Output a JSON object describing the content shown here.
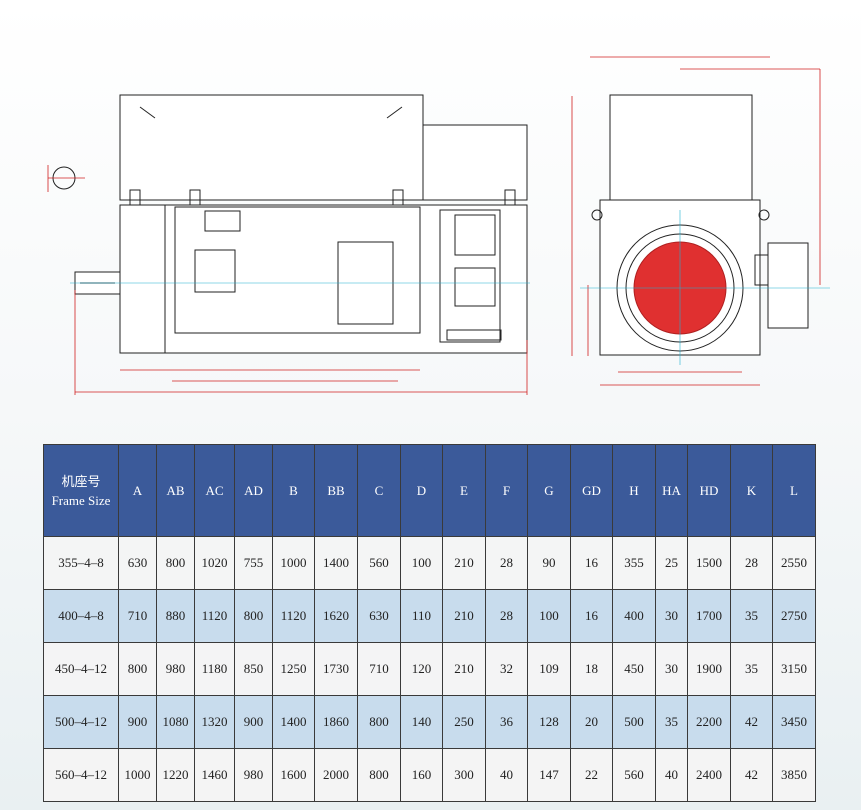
{
  "table": {
    "header": {
      "frame_cn": "机座号",
      "frame_en": "Frame Size",
      "columns": [
        "A",
        "AB",
        "AC",
        "AD",
        "B",
        "BB",
        "C",
        "D",
        "E",
        "F",
        "G",
        "GD",
        "H",
        "HA",
        "HD",
        "K",
        "L"
      ]
    },
    "rows": [
      {
        "frame": "355–4–8",
        "values": [
          "630",
          "800",
          "1020",
          "755",
          "1000",
          "1400",
          "560",
          "100",
          "210",
          "28",
          "90",
          "16",
          "355",
          "25",
          "1500",
          "28",
          "2550"
        ]
      },
      {
        "frame": "400–4–8",
        "values": [
          "710",
          "880",
          "1120",
          "800",
          "1120",
          "1620",
          "630",
          "110",
          "210",
          "28",
          "100",
          "16",
          "400",
          "30",
          "1700",
          "35",
          "2750"
        ]
      },
      {
        "frame": "450–4–12",
        "values": [
          "800",
          "980",
          "1180",
          "850",
          "1250",
          "1730",
          "710",
          "120",
          "210",
          "32",
          "109",
          "18",
          "450",
          "30",
          "1900",
          "35",
          "3150"
        ]
      },
      {
        "frame": "500–4–12",
        "values": [
          "900",
          "1080",
          "1320",
          "900",
          "1400",
          "1860",
          "800",
          "140",
          "250",
          "36",
          "128",
          "20",
          "500",
          "35",
          "2200",
          "42",
          "3450"
        ]
      },
      {
        "frame": "560–4–12",
        "values": [
          "1000",
          "1220",
          "1460",
          "980",
          "1600",
          "2000",
          "800",
          "160",
          "300",
          "40",
          "147",
          "22",
          "560",
          "40",
          "2400",
          "42",
          "3850"
        ]
      }
    ]
  },
  "colors": {
    "header_bg": "#3b5a9a",
    "row_alt": "#c8dced",
    "dim_line": "#d02020",
    "fan_red": "#e03030",
    "center_line": "#20b0d0"
  }
}
